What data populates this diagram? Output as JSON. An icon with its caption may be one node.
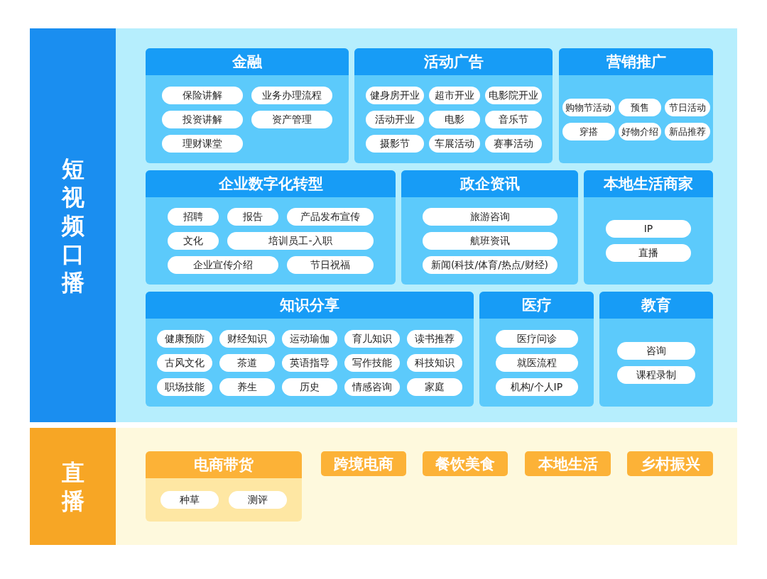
{
  "diagram": {
    "nodes": [
      {
        "text": [
          "短视频口播"
        ]
      },
      {
        "text": [
          "金融"
        ],
        "in": 0
      },
      {
        "text": [
          "保险讲解"
        ],
        "in": 1
      },
      {
        "text": [
          "业务办理流程"
        ],
        "in": 1
      },
      {
        "text": [
          "投资讲解"
        ],
        "in": 1
      },
      {
        "text": [
          "资产管理"
        ],
        "in": 1
      },
      {
        "text": [
          "理财课堂"
        ],
        "in": 1
      },
      {
        "text": [
          "活动广告"
        ],
        "in": 0
      },
      {
        "text": [
          "健身房开业"
        ],
        "in": 7
      },
      {
        "text": [
          "超市开业"
        ],
        "in": 7
      },
      {
        "text": [
          "电影院开业"
        ],
        "in": 7
      },
      {
        "text": [
          "活动开业"
        ],
        "in": 7
      },
      {
        "text": [
          "电影"
        ],
        "in": 7
      },
      {
        "text": [
          "音乐节"
        ],
        "in": 7
      },
      {
        "text": [
          "摄影节"
        ],
        "in": 7
      },
      {
        "text": [
          "车展活动"
        ],
        "in": 7
      },
      {
        "text": [
          "赛事活动"
        ],
        "in": 7
      },
      {
        "text": [
          "营销推广"
        ],
        "in": 0
      },
      {
        "text": [
          "购物节活动"
        ],
        "in": 17
      },
      {
        "text": [
          "预售"
        ],
        "in": 17
      },
      {
        "text": [
          "节日活动"
        ],
        "in": 17
      },
      {
        "text": [
          "穿搭"
        ],
        "in": 17
      },
      {
        "text": [
          "好物介绍"
        ],
        "in": 17
      },
      {
        "text": [
          "新品推荐"
        ],
        "in": 17
      },
      {
        "text": [
          "企业数字化转型"
        ],
        "in": 0
      },
      {
        "text": [
          "招聘"
        ],
        "in": 24
      },
      {
        "text": [
          "报告"
        ],
        "in": 24
      },
      {
        "text": [
          "产品发布宣传"
        ],
        "in": 24
      },
      {
        "text": [
          "文化"
        ],
        "in": 24
      },
      {
        "text": [
          "培训员工-入职"
        ],
        "in": 24
      },
      {
        "text": [
          "企业宣传介绍"
        ],
        "in": 24
      },
      {
        "text": [
          "节日祝福"
        ],
        "in": 24
      },
      {
        "text": [
          "政企资讯"
        ],
        "in": 0
      },
      {
        "text": [
          "旅游咨询"
        ],
        "in": 32
      },
      {
        "text": [
          "航班资讯"
        ],
        "in": 32
      },
      {
        "text": [
          "新闻(科技/体育/热点/财经)"
        ],
        "in": 32
      },
      {
        "text": [
          "本地生活商家"
        ],
        "in": 0
      },
      {
        "text": [
          "IP"
        ],
        "in": 36
      },
      {
        "text": [
          "直播"
        ],
        "in": 36
      },
      {
        "text": [
          "知识分享"
        ],
        "in": 0
      },
      {
        "text": [
          "健康预防"
        ],
        "in": 39
      },
      {
        "text": [
          "财经知识"
        ],
        "in": 39
      },
      {
        "text": [
          "运动瑜伽"
        ],
        "in": 39
      },
      {
        "text": [
          "育儿知识"
        ],
        "in": 39
      },
      {
        "text": [
          "读书推荐"
        ],
        "in": 39
      },
      {
        "text": [
          "古风文化"
        ],
        "in": 39
      },
      {
        "text": [
          "茶道"
        ],
        "in": 39
      },
      {
        "text": [
          "英语指导"
        ],
        "in": 39
      },
      {
        "text": [
          "写作技能"
        ],
        "in": 39
      },
      {
        "text": [
          "科技知识"
        ],
        "in": 39
      },
      {
        "text": [
          "职场技能"
        ],
        "in": 39
      },
      {
        "text": [
          "养生"
        ],
        "in": 39
      },
      {
        "text": [
          "历史"
        ],
        "in": 39
      },
      {
        "text": [
          "情感咨询"
        ],
        "in": 39
      },
      {
        "text": [
          "家庭"
        ],
        "in": 39
      },
      {
        "text": [
          "医疗"
        ],
        "in": 0
      },
      {
        "text": [
          "医疗问诊"
        ],
        "in": 55
      },
      {
        "text": [
          "就医流程"
        ],
        "in": 55
      },
      {
        "text": [
          "机构/个人IP"
        ],
        "in": 55
      },
      {
        "text": [
          "教育"
        ],
        "in": 0
      },
      {
        "text": [
          "咨询"
        ],
        "in": 59
      },
      {
        "text": [
          "课程录制"
        ],
        "in": 59
      },
      {
        "text": [
          "直播"
        ]
      },
      {
        "text": [
          "电商带货"
        ],
        "in": 62
      },
      {
        "text": [
          "种草"
        ],
        "in": 63
      },
      {
        "text": [
          "测评"
        ],
        "in": 63
      },
      {
        "text": [
          "跨境电商"
        ],
        "in": 62
      },
      {
        "text": [
          "餐饮美食"
        ],
        "in": 62
      },
      {
        "text": [
          "本地生活"
        ],
        "in": 62
      },
      {
        "text": [
          "乡村振兴"
        ],
        "in": 62
      }
    ]
  }
}
